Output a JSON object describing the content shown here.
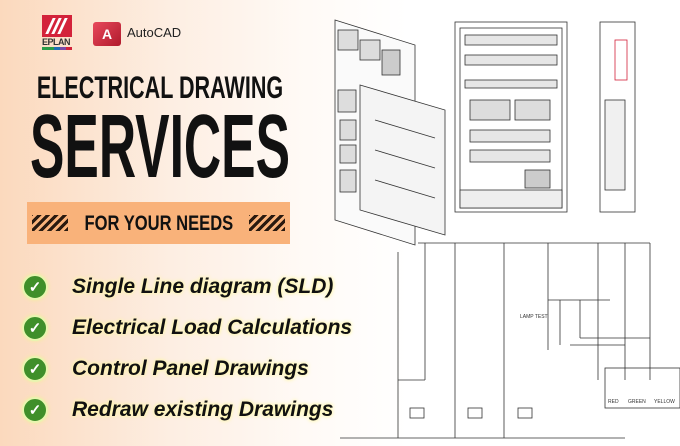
{
  "logos": {
    "eplan": "EPLAN",
    "autocad": "AutoCAD",
    "autocad_icon_letter": "A"
  },
  "headline": {
    "line1": "ELECTRICAL DRAWING",
    "line2": "SERVICES"
  },
  "banner": {
    "text": "FOR YOUR NEEDS",
    "color": "#f9b27a"
  },
  "services": [
    {
      "label": "Single Line diagram (SLD)"
    },
    {
      "label": "Electrical Load Calculations"
    },
    {
      "label": "Control Panel Drawings"
    },
    {
      "label": "Redraw existing Drawings"
    }
  ],
  "schematic": {
    "labels": [
      "LAMP TEST",
      "RED",
      "GREEN",
      "YELLOW"
    ]
  },
  "colors": {
    "check": "#3f8f2a",
    "eplan": "#d3223a",
    "autocad": "#c8283c"
  }
}
